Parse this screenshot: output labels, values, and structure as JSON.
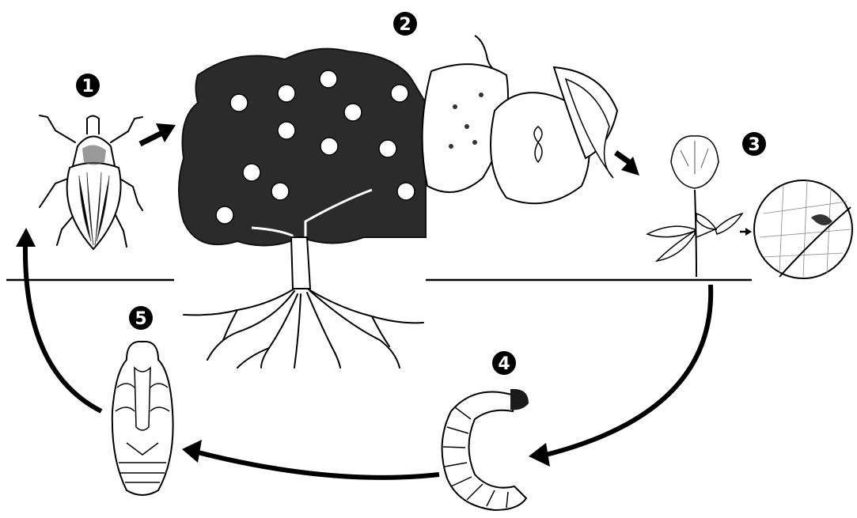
{
  "diagram": {
    "stages": [
      {
        "number": "1",
        "subject": "adult-weevil"
      },
      {
        "number": "2",
        "subject": "apple-tree-and-damaged-fruit"
      },
      {
        "number": "3",
        "subject": "clover-plant-and-leaf-damage"
      },
      {
        "number": "4",
        "subject": "larva-grub"
      },
      {
        "number": "5",
        "subject": "pupa"
      }
    ],
    "colors": {
      "ink": "#000000",
      "paper": "#ffffff",
      "canopy": "#2b2b2b"
    }
  }
}
